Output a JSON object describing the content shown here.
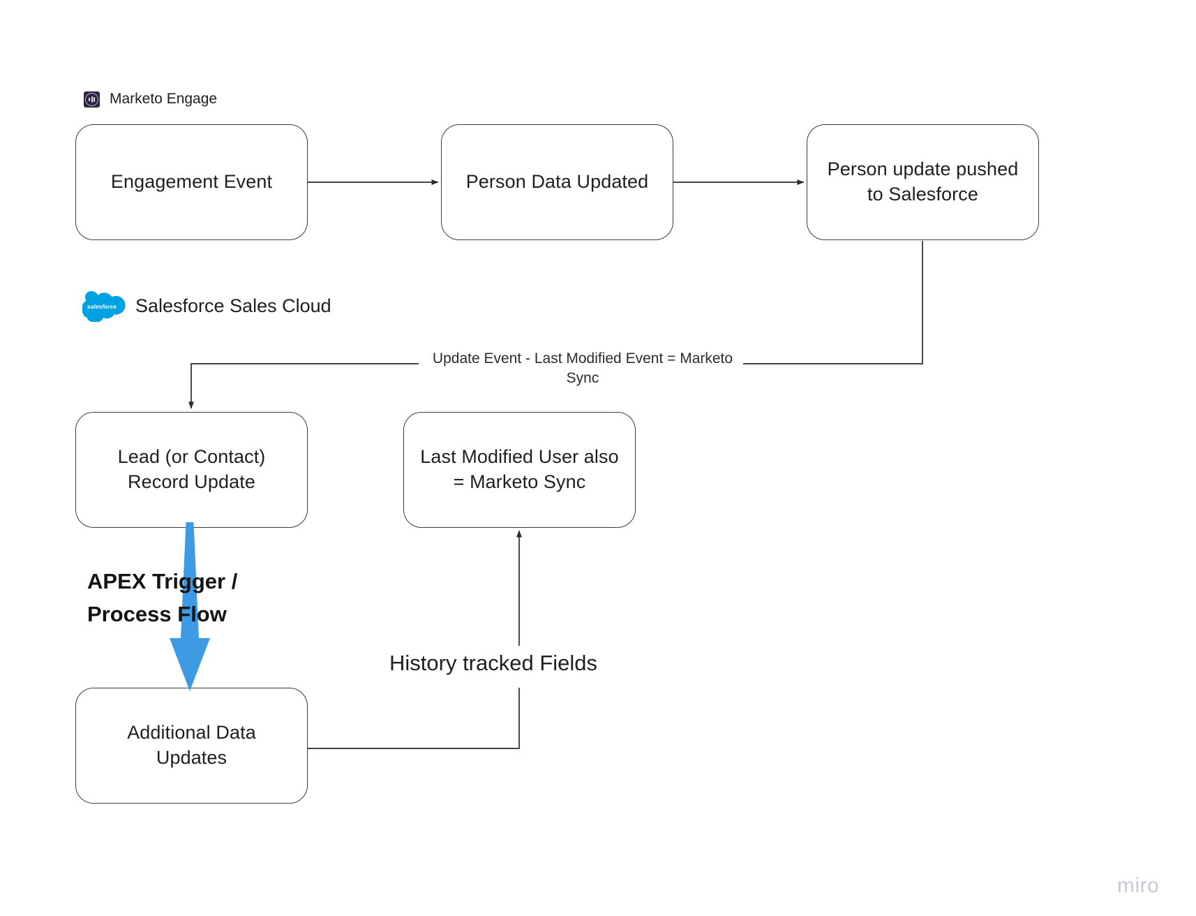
{
  "board": {
    "watermark": "miro",
    "background_color": "#ffffff",
    "line_color": "#3a3a3a",
    "accent_blue": "#3d9ae3"
  },
  "lanes": [
    {
      "id": "marketo",
      "icon": "marketo-logo-icon",
      "title": "Marketo Engage"
    },
    {
      "id": "salesforce",
      "icon": "salesforce-cloud-icon",
      "title": "Salesforce Sales Cloud"
    }
  ],
  "nodes": [
    {
      "id": "engagement-event",
      "label": "Engagement Event"
    },
    {
      "id": "person-data-updated",
      "label": "Person Data Updated"
    },
    {
      "id": "person-update-pushed",
      "label": "Person update pushed\nto Salesforce"
    },
    {
      "id": "lead-record-update",
      "label": "Lead (or Contact)\nRecord Update"
    },
    {
      "id": "last-modified-user",
      "label": "Last Modified User also\n= Marketo Sync"
    },
    {
      "id": "additional-data-updates",
      "label": "Additional Data\nUpdates"
    }
  ],
  "edge_labels": [
    {
      "id": "update-event-label",
      "text": "Update Event - Last Modified Event = Marketo\nSync"
    }
  ],
  "annotations": [
    {
      "id": "apex-trigger",
      "text": "APEX Trigger /\nProcess Flow",
      "style": "bold"
    },
    {
      "id": "history-tracked-fields",
      "text": "History tracked Fields",
      "style": "plain"
    }
  ]
}
